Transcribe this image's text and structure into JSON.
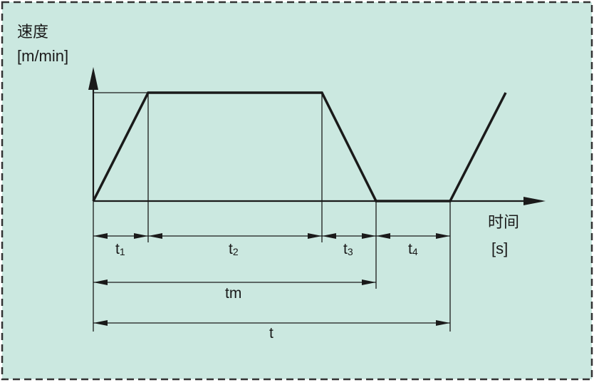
{
  "axes": {
    "y_title": "速度",
    "y_unit": "[m/min]",
    "x_title": "时间",
    "x_unit": "[s]"
  },
  "intervals": {
    "t1": {
      "base": "t",
      "sub": "1"
    },
    "t2": {
      "base": "t",
      "sub": "2"
    },
    "t3": {
      "base": "t",
      "sub": "3"
    },
    "t4": {
      "base": "t",
      "sub": "4"
    },
    "tm": "tm",
    "t": "t"
  },
  "colors": {
    "background": "#cbe8e0",
    "line": "#1a1a1a",
    "frame": "#333333"
  }
}
